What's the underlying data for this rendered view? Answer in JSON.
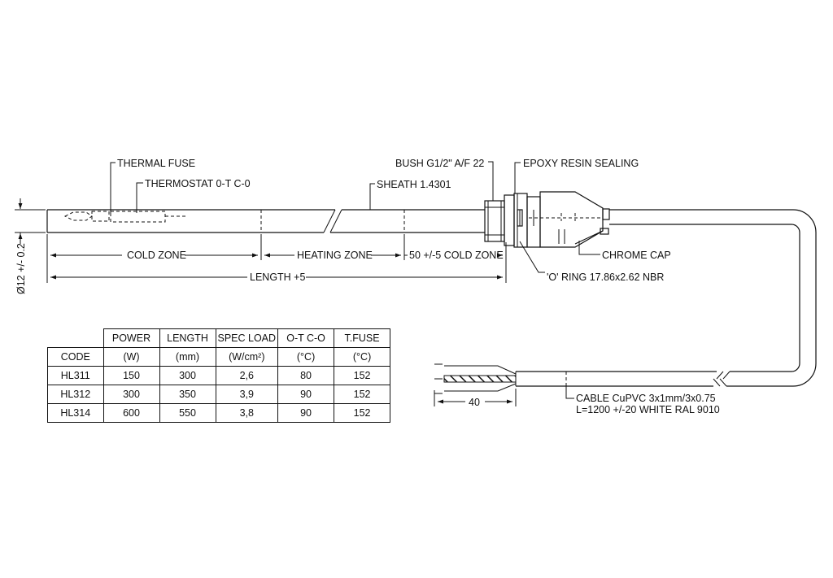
{
  "labels": {
    "thermal_fuse": "THERMAL FUSE",
    "thermostat": "THERMOSTAT 0-T C-0",
    "sheath": "SHEATH 1.4301",
    "bush": "BUSH G1/2\" A/F 22",
    "epoxy": "EPOXY RESIN SEALING",
    "chrome_cap": "CHROME CAP",
    "o_ring": "'O' RING 17.86x2.62 NBR",
    "cable_line1": "CABLE CuPVC 3x1mm/3x0.75",
    "cable_line2": "L=1200 +/-20 WHITE RAL 9010"
  },
  "dimensions": {
    "cold_zone": "COLD ZONE",
    "heating_zone": "HEATING ZONE",
    "cold_zone_end": "50 +/-5 COLD ZONE",
    "length": "LENGTH +5",
    "diameter": "Ø12 +/- 0.2",
    "wire_strip": "40"
  },
  "table": {
    "header1": [
      "POWER",
      "LENGTH",
      "SPEC LOAD",
      "O-T C-O",
      "T.FUSE"
    ],
    "header2": [
      "CODE",
      "(W)",
      "(mm)",
      "(W/cm²)",
      "(°C)",
      "(°C)"
    ],
    "rows": [
      [
        "HL311",
        "150",
        "300",
        "2,6",
        "80",
        "152"
      ],
      [
        "HL312",
        "300",
        "350",
        "3,9",
        "90",
        "152"
      ],
      [
        "HL314",
        "600",
        "550",
        "3,8",
        "90",
        "152"
      ]
    ]
  }
}
